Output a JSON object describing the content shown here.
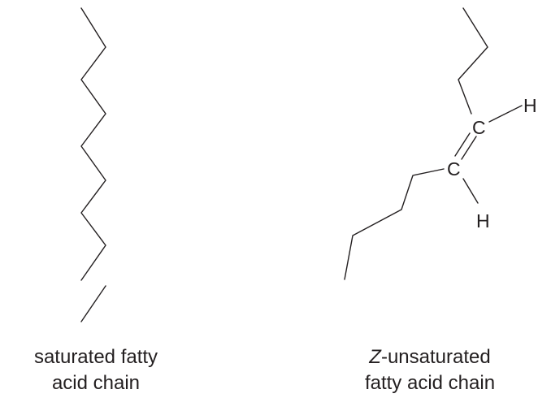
{
  "molecules": {
    "saturated": {
      "caption_line1": "saturated fatty",
      "caption_line2": "acid chain"
    },
    "unsaturated": {
      "atom_c_top": "C",
      "atom_c_bottom": "C",
      "atom_h_top": "H",
      "atom_h_bottom": "H",
      "caption_prefix": "Z",
      "caption_line1_rest": "-unsaturated",
      "caption_line2": "fatty acid chain"
    }
  },
  "colors": {
    "ink": "#231f20",
    "background": "#ffffff"
  }
}
